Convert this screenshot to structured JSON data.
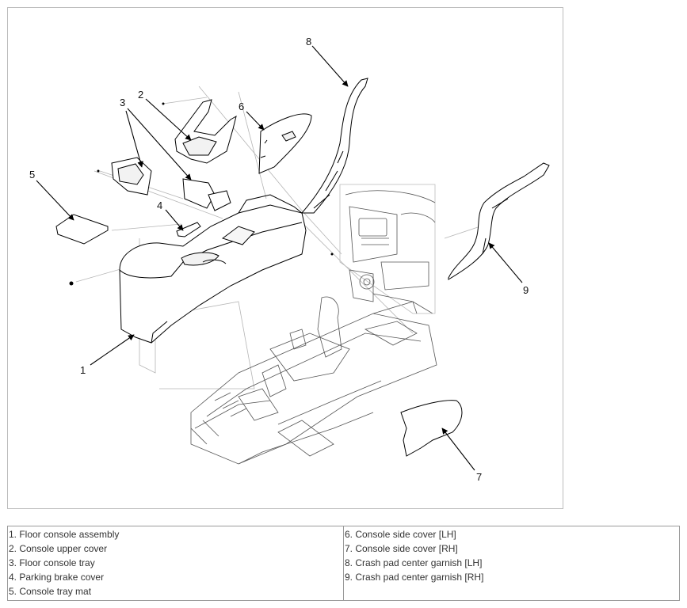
{
  "callouts": {
    "c1": "1",
    "c2": "2",
    "c3": "3",
    "c4": "4",
    "c5": "5",
    "c6": "6",
    "c7": "7",
    "c8": "8",
    "c9": "9"
  },
  "legend": {
    "left": [
      "1. Floor console assembly",
      "2. Console upper cover",
      "3. Floor console tray",
      "4. Parking brake cover",
      "5. Console tray mat"
    ],
    "right": [
      "6. Console side cover [LH]",
      "7. Console side cover [RH]",
      "8. Crash pad center garnish [LH]",
      "9. Crash pad center garnish [RH]"
    ]
  }
}
